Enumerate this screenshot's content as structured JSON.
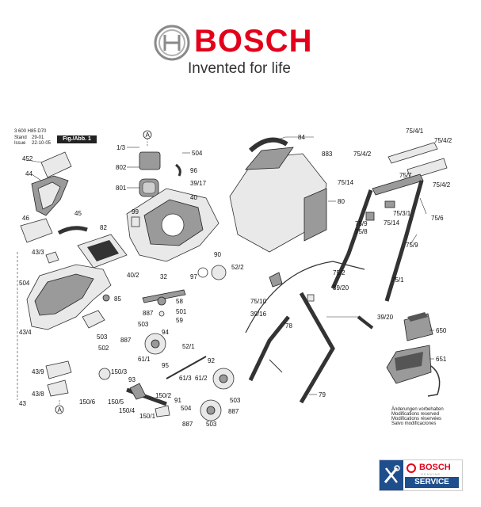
{
  "brand": {
    "name": "BOSCH",
    "tagline": "Invented for life",
    "red": "#e2001a"
  },
  "doc": {
    "number": "3 600 H85 D70",
    "stand_label": "Stand",
    "stand_value": "29-01",
    "issue_label": "Issue",
    "issue_value": "22-10-05",
    "fig_label": "Fig./Abb. 1"
  },
  "notes": [
    "Änderungen vorbehalten",
    "Modifications reserved",
    "Modifications réservées",
    "Salvo modificaciones"
  ],
  "service_badge": {
    "brand": "BOSCH",
    "subline": "GENUINE",
    "label": "SERVICE"
  },
  "section_marker": "A",
  "labels": [
    "1/3",
    "504",
    "802",
    "96",
    "801",
    "39/17",
    "99",
    "40",
    "84",
    "883",
    "80",
    "75/4/1",
    "75/4/2",
    "75/4/2",
    "75/4/2",
    "75/7",
    "75/14",
    "75/14",
    "75/3/1",
    "75/6",
    "75/9",
    "75/8",
    "75/9",
    "452",
    "44",
    "46",
    "45",
    "82",
    "43/3",
    "504",
    "43/4",
    "43/9",
    "43/8",
    "43",
    "85",
    "887",
    "503",
    "502",
    "887",
    "94",
    "503",
    "58",
    "501",
    "59",
    "40/2",
    "32",
    "97",
    "90",
    "52/2",
    "75/2",
    "39/20",
    "75/1",
    "75/10",
    "39/16",
    "78",
    "39/20",
    "52/1",
    "61/1",
    "95",
    "61/3",
    "61/2",
    "92",
    "150/3",
    "93",
    "150/2",
    "150/5",
    "150/4",
    "150/1",
    "150/6",
    "91",
    "504",
    "887",
    "503",
    "503",
    "887",
    "650",
    "651",
    "79"
  ]
}
